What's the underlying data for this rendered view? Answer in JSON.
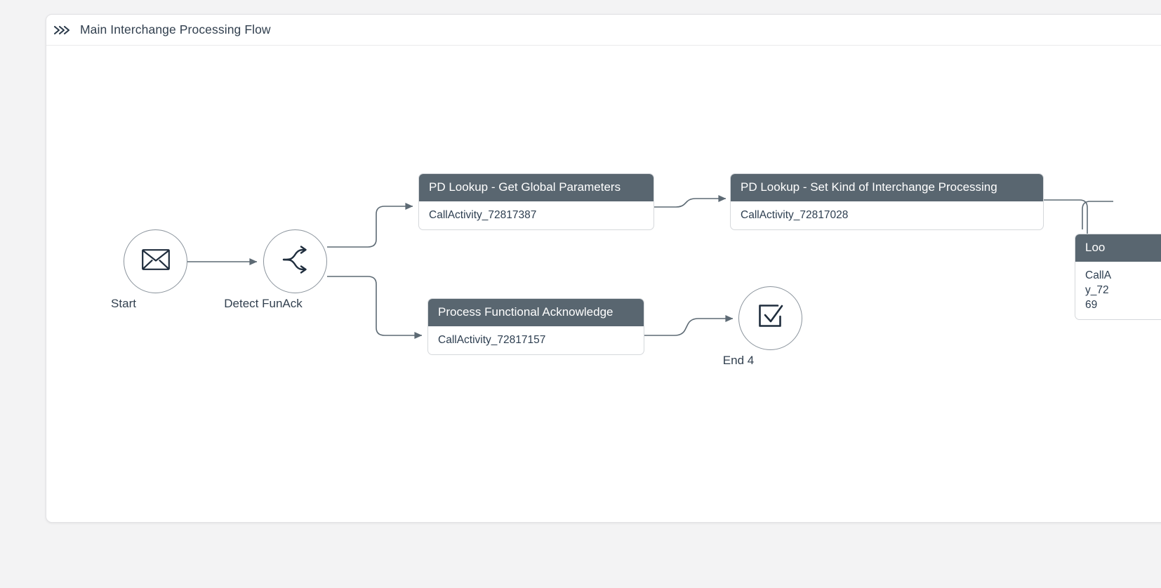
{
  "panel": {
    "title": "Main Interchange Processing Flow",
    "expand_icon": "chevron-double-right-icon"
  },
  "diagram": {
    "type": "bpmn-process-flow",
    "events": [
      {
        "id": "start",
        "label": "Start",
        "icon": "envelope-icon"
      },
      {
        "id": "gateway-detect-funack",
        "label": "Detect FunAck",
        "icon": "branch-split-icon"
      },
      {
        "id": "end-4",
        "label": "End 4",
        "icon": "checkbox-check-icon"
      }
    ],
    "tasks": [
      {
        "id": "task-get-global-parameters",
        "title": "PD Lookup - Get Global Parameters",
        "activity_id": "CallActivity_72817387"
      },
      {
        "id": "task-set-kind-of-interchange-processing",
        "title": "PD Lookup - Set Kind of Interchange Processing",
        "activity_id": "CallActivity_72817028"
      },
      {
        "id": "task-process-functional-acknowledge",
        "title": "Process Functional Acknowledge",
        "activity_id": "CallActivity_72817157"
      },
      {
        "id": "task-loop-clipped",
        "title": "Loo",
        "activity_id": "CallA",
        "activity_id_line2": "y_72",
        "activity_id_line3": "69"
      }
    ],
    "colors": {
      "task_header": "#596670",
      "task_body_text": "#2d3e50",
      "edge": "#5d6a74",
      "node_stroke": "#8a939c",
      "panel_background": "#ffffff",
      "page_background": "#f3f3f4"
    }
  }
}
